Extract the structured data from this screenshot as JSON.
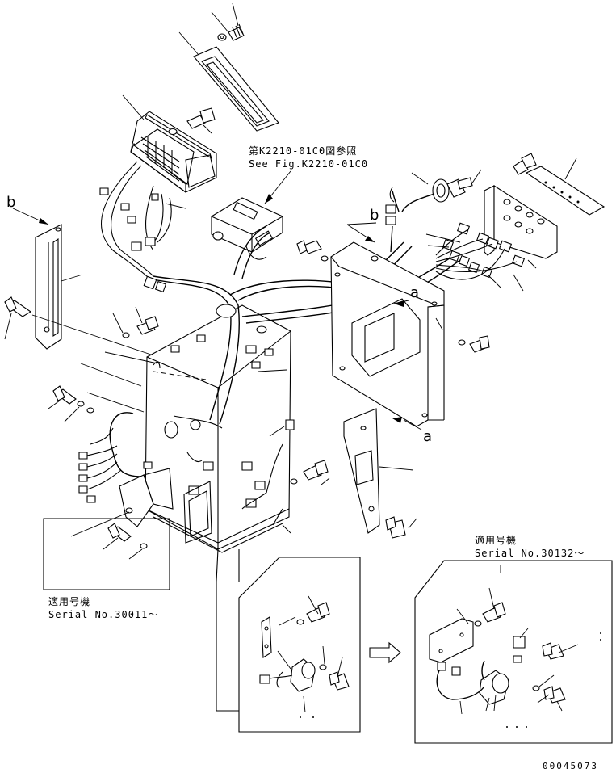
{
  "reference_note": {
    "line1": "第K2210-01C0図参照",
    "line2": "See Fig.K2210-01C0"
  },
  "serial_box_left": {
    "title": "適用号機",
    "serial": "Serial No.30011～"
  },
  "serial_box_right": {
    "title": "適用号機",
    "serial": "Serial No.30132～"
  },
  "view_markers": {
    "a_upper": "a",
    "a_lower": "a",
    "b_left": "b",
    "b_center": "b"
  },
  "drawing_number": "00045073"
}
